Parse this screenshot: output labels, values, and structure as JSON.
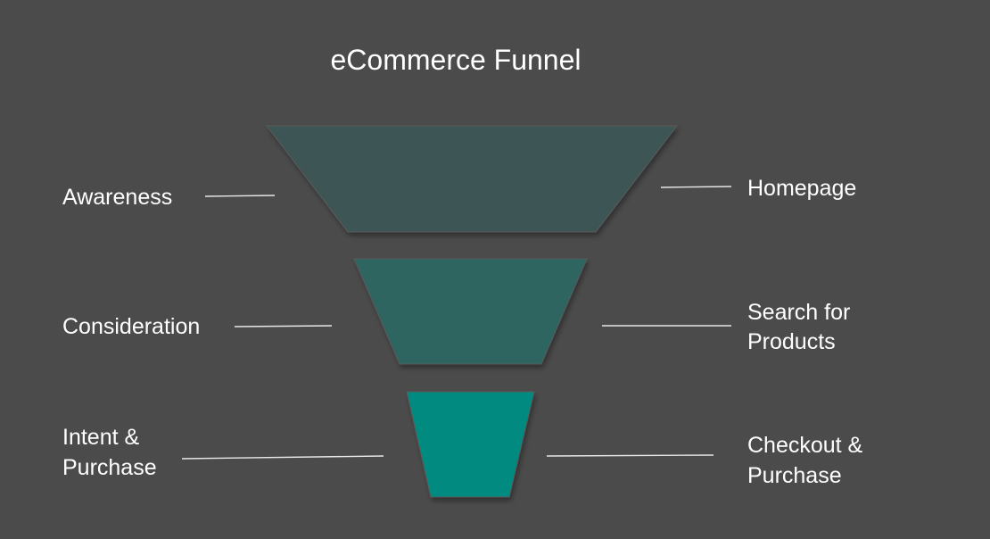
{
  "title": "eCommerce Funnel",
  "colors": {
    "background": "#4b4b4b",
    "stage1": "#3e5755",
    "stage2": "#2d6560",
    "stage3": "#018a80"
  },
  "stages": [
    {
      "left_label": [
        "Awareness"
      ],
      "right_label": [
        "Homepage"
      ]
    },
    {
      "left_label": [
        "Consideration"
      ],
      "right_label": [
        "Search for",
        "Products"
      ]
    },
    {
      "left_label": [
        "Intent &",
        "Purchase"
      ],
      "right_label": [
        "Checkout &",
        "Purchase"
      ]
    }
  ]
}
